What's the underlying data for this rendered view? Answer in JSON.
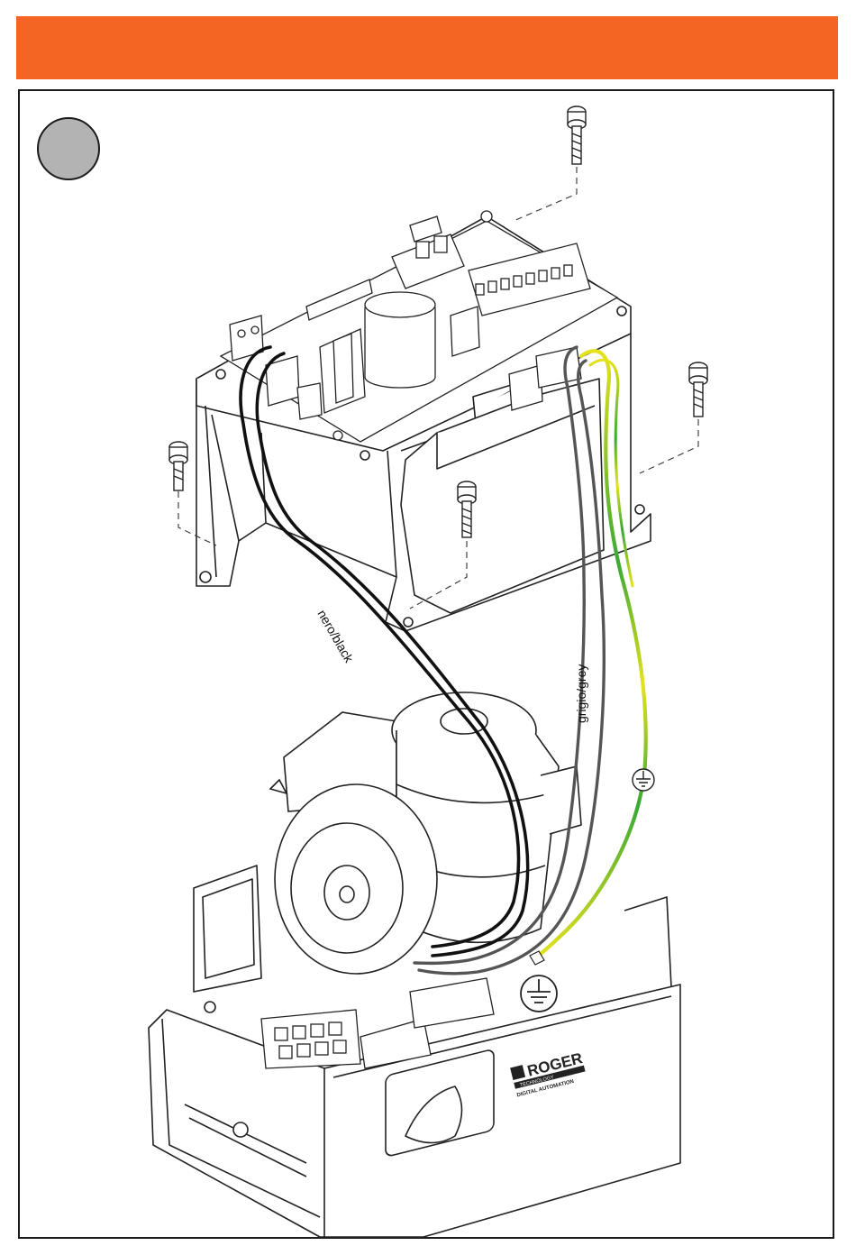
{
  "colors": {
    "banner": "#F26522",
    "step_circle": "#B3B3B3",
    "wire_black": "#111111",
    "wire_grey": "#555555",
    "wire_earth_green": "#39A935",
    "wire_earth_yellow": "#E6E21C",
    "line_art": "#222222"
  },
  "labels": {
    "black_wire": "nero/black",
    "grey_wire": "grigio/grey"
  },
  "logo": {
    "brand": "ROGER",
    "sub1": "TECHNOLOGY",
    "sub2": "DIGITAL AUTOMATION"
  },
  "icons": [
    "earth-ground-icon",
    "earth-ground-icon"
  ]
}
